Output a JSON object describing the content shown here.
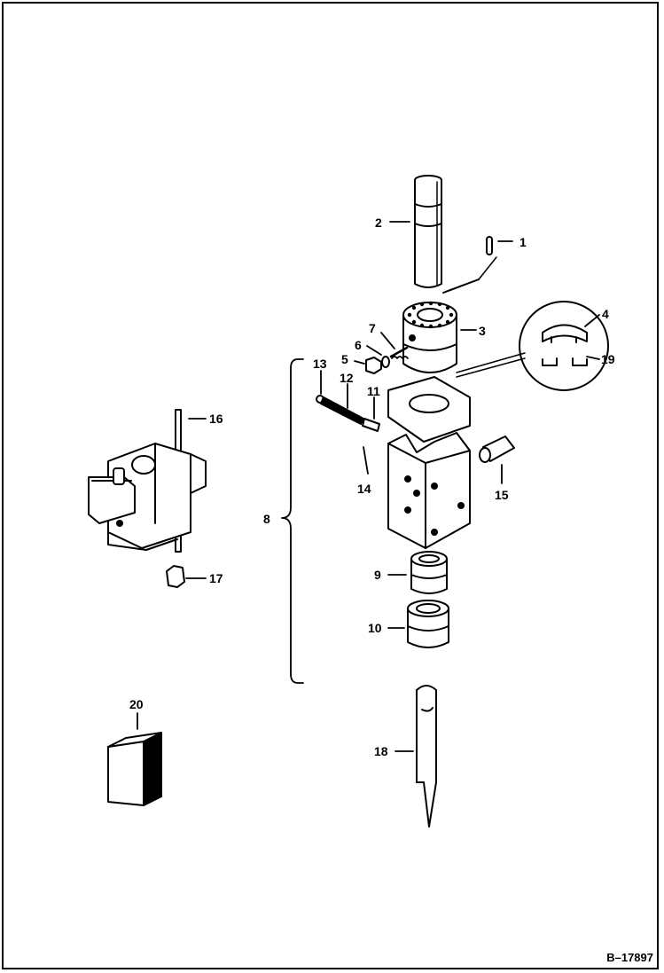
{
  "diagram": {
    "figure_code": "B–17897",
    "callouts": [
      {
        "id": "c1",
        "text": "1"
      },
      {
        "id": "c2",
        "text": "2"
      },
      {
        "id": "c3",
        "text": "3"
      },
      {
        "id": "c4",
        "text": "4"
      },
      {
        "id": "c5",
        "text": "5"
      },
      {
        "id": "c6",
        "text": "6"
      },
      {
        "id": "c7",
        "text": "7"
      },
      {
        "id": "c8",
        "text": "8"
      },
      {
        "id": "c9",
        "text": "9"
      },
      {
        "id": "c10",
        "text": "10"
      },
      {
        "id": "c11",
        "text": "11"
      },
      {
        "id": "c12",
        "text": "12"
      },
      {
        "id": "c13",
        "text": "13"
      },
      {
        "id": "c14",
        "text": "14"
      },
      {
        "id": "c15",
        "text": "15"
      },
      {
        "id": "c16",
        "text": "16"
      },
      {
        "id": "c17",
        "text": "17"
      },
      {
        "id": "c18",
        "text": "18"
      },
      {
        "id": "c19",
        "text": "19"
      },
      {
        "id": "c20",
        "text": "20"
      }
    ]
  }
}
